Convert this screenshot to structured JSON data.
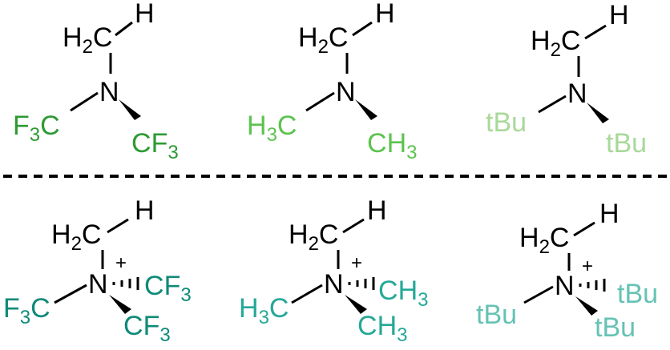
{
  "colors": {
    "black": "#000000",
    "cf3_green": "#2e9a33",
    "ch3_green": "#5cc34f",
    "tbu_green": "#a9d99a",
    "cf3_teal": "#0f8a78",
    "ch3_teal": "#25a898",
    "tbu_teal": "#66c2b4"
  },
  "atoms": {
    "h": "H",
    "h2c_h": "H",
    "two": "2",
    "c": "C",
    "n": "N",
    "plus": "+"
  },
  "substituents": {
    "f3c_f": "F",
    "f3c_3": "3",
    "f3c_c": "C",
    "cf3_c": "C",
    "cf3_f": "F",
    "cf3_3": "3",
    "h3c_h": "H",
    "h3c_3": "3",
    "h3c_c": "C",
    "ch3_c": "C",
    "ch3_h": "H",
    "ch3_3": "3",
    "tbu": "tBu"
  },
  "divider": "dashed"
}
